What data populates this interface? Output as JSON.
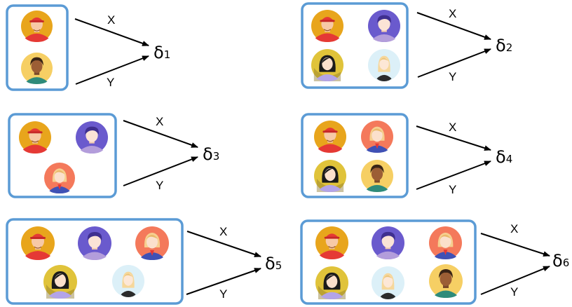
{
  "panels": [
    {
      "id": 1,
      "x_label": "X",
      "y_label": "Y",
      "delta": "δ",
      "subscript": "1",
      "avatars": [
        "red-cap-man",
        "dark-skin-woman"
      ]
    },
    {
      "id": 2,
      "x_label": "X",
      "y_label": "Y",
      "delta": "δ",
      "subscript": "2",
      "avatars": [
        "red-cap-man",
        "purple-hair-man",
        "black-hair-woman",
        "blonde-woman-light"
      ]
    },
    {
      "id": 3,
      "x_label": "X",
      "y_label": "Y",
      "delta": "δ",
      "subscript": "3",
      "avatars": [
        "red-cap-man",
        "purple-hair-man",
        "blonde-businesswoman"
      ]
    },
    {
      "id": 4,
      "x_label": "X",
      "y_label": "Y",
      "delta": "δ",
      "subscript": "4",
      "avatars": [
        "red-cap-man",
        "blonde-businesswoman",
        "black-hair-woman",
        "dark-skin-woman"
      ]
    },
    {
      "id": 5,
      "x_label": "X",
      "y_label": "Y",
      "delta": "δ",
      "subscript": "5",
      "avatars": [
        "red-cap-man",
        "purple-hair-man",
        "blonde-businesswoman",
        "black-hair-woman",
        "blonde-woman-light"
      ]
    },
    {
      "id": 6,
      "x_label": "X",
      "y_label": "Y",
      "delta": "δ",
      "subscript": "6",
      "avatars": [
        "red-cap-man",
        "purple-hair-man",
        "blonde-businesswoman",
        "black-hair-woman",
        "blonde-woman-light",
        "dark-skin-woman"
      ]
    }
  ],
  "colors": {
    "box_border": "#5b9bd5",
    "arrow": "#000000"
  }
}
